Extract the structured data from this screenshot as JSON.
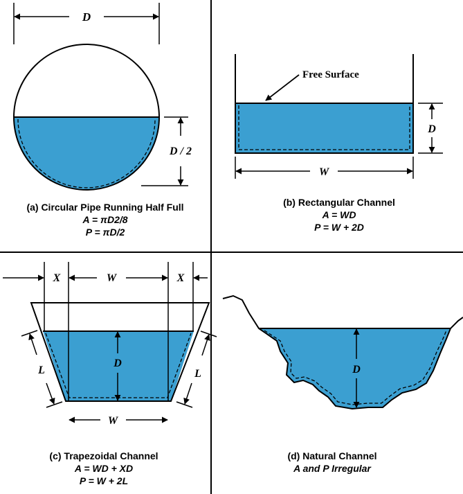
{
  "colors": {
    "water": "#3b9fd1",
    "line": "#000000",
    "background": "#ffffff"
  },
  "panel_a": {
    "dim_top": "D",
    "dim_side": "D / 2",
    "caption": "(a) Circular Pipe Running Half Full",
    "area": "A = πD2/8",
    "perimeter": "P = πD/2"
  },
  "panel_b": {
    "free_surface": "Free Surface",
    "dim_depth": "D",
    "dim_width": "W",
    "caption": "(b) Rectangular Channel",
    "area": "A = WD",
    "perimeter": "P = W + 2D"
  },
  "panel_c": {
    "dim_x_left": "X",
    "dim_w_top": "W",
    "dim_x_right": "X",
    "dim_l_left": "L",
    "dim_d": "D",
    "dim_l_right": "L",
    "dim_w_bottom": "W",
    "caption": "(c) Trapezoidal Channel",
    "area": "A = WD + XD",
    "perimeter": "P = W + 2L"
  },
  "panel_d": {
    "dim_d": "D",
    "caption": "(d) Natural Channel",
    "subcaption": "A and P Irregular"
  }
}
